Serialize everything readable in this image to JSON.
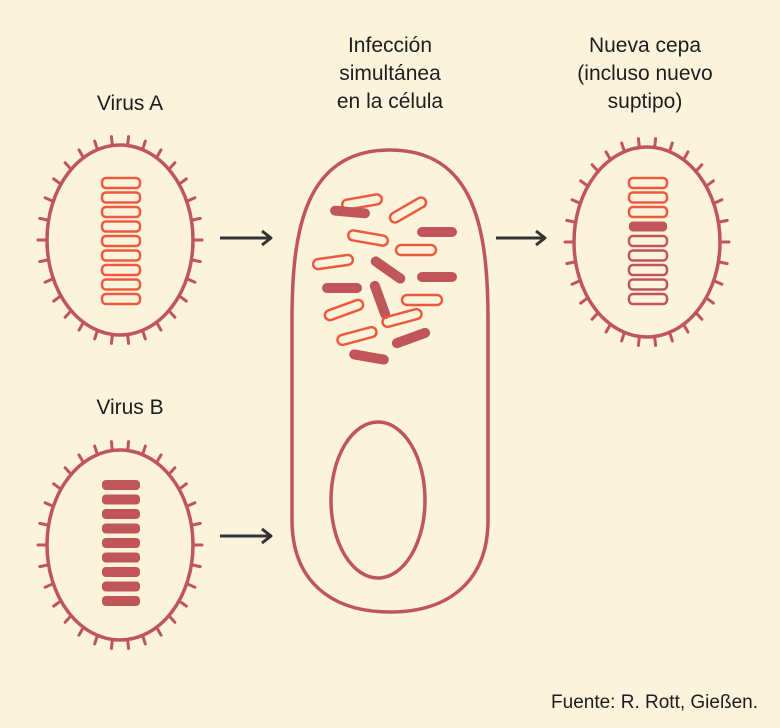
{
  "labels": {
    "virus_a": "Virus A",
    "virus_b": "Virus B",
    "infection": [
      "Infección",
      "simultánea",
      "en la célula"
    ],
    "new_strain": [
      "Nueva cepa",
      "(incluso nuevo",
      "suptipo)"
    ]
  },
  "source": "Fuente: R. Rott, Gießen.",
  "colors": {
    "background": "#fbf3dc",
    "outline": "#c0555a",
    "virus_a_segment": "#ef5a3e",
    "virus_b_segment": "#c0555a",
    "arrow": "#333333"
  },
  "new_strain_segments": [
    "a",
    "a",
    "a",
    "b",
    "a",
    "a",
    "a",
    "a"
  ],
  "icons": [
    "virus-a-icon",
    "virus-b-icon",
    "cell-icon",
    "nucleus-icon",
    "new-virus-icon",
    "arrow-right-icon"
  ]
}
